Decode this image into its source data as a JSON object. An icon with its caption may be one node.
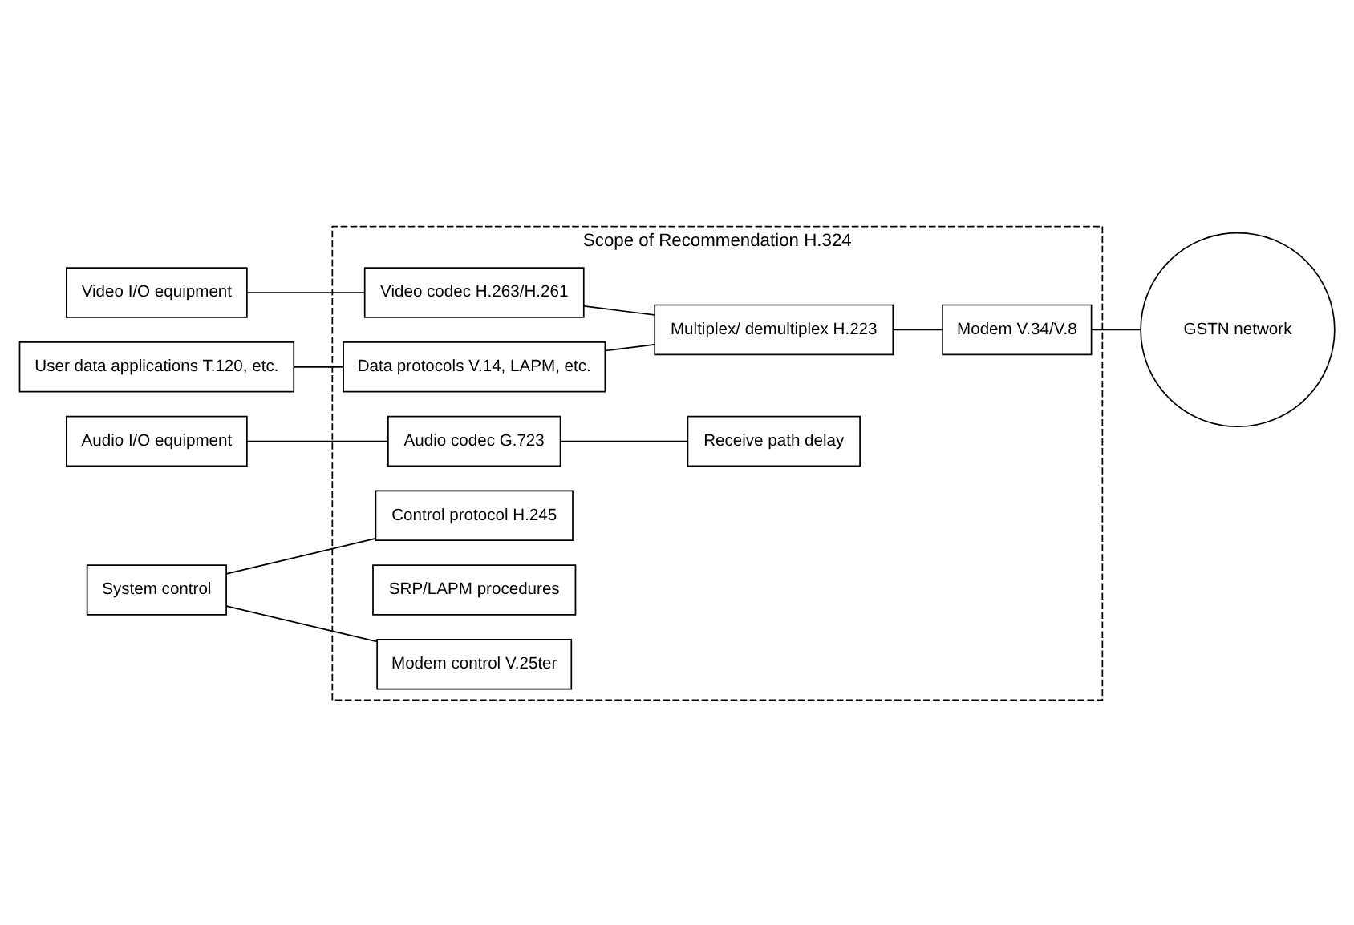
{
  "diagram": {
    "nodes": [
      {
        "text": [
          "Scope of Recommendation H.324"
        ]
      },
      {
        "text": [
          "Video I/O equipment"
        ]
      },
      {
        "text": [
          "Audio I/O equipment"
        ]
      },
      {
        "text": [
          "User data applications T.120, etc."
        ]
      },
      {
        "text": [
          "System control"
        ]
      },
      {
        "text": [
          "Video codec H.263/H.261"
        ],
        "in": 0
      },
      {
        "text": [
          "Audio codec G.723"
        ],
        "in": 0
      },
      {
        "text": [
          "Receive path delay"
        ],
        "in": 0
      },
      {
        "text": [
          "Data protocols V.14, LAPM, etc."
        ],
        "in": 0
      },
      {
        "text": [
          "Control protocol H.245"
        ],
        "in": 0
      },
      {
        "text": [
          "SRP/LAPM procedures"
        ],
        "in": 0
      },
      {
        "text": [
          "Multiplex/ demultiplex H.223"
        ],
        "in": 0
      },
      {
        "text": [
          "Modem V.34/V.8"
        ],
        "in": 0
      },
      {
        "text": [
          "Modem control V.25ter"
        ],
        "in": 0
      },
      {
        "text": [
          "GSTN network"
        ]
      }
    ],
    "edges": [
      {
        "from": 1,
        "to": 5,
        "arrow": "none"
      },
      {
        "from": 5,
        "to": 11,
        "arrow": "none"
      },
      {
        "from": 2,
        "to": 6,
        "arrow": "none"
      },
      {
        "from": 6,
        "to": 7,
        "arrow": "none"
      },
      {
        "from": 3,
        "to": 8,
        "arrow": "none"
      },
      {
        "from": 8,
        "to": 11,
        "arrow": "none"
      },
      {
        "from": 4,
        "to": 9,
        "arrow": "none"
      },
      {
        "from": 11,
        "to": 12,
        "arrow": "none"
      },
      {
        "from": 12,
        "to": 14,
        "arrow": "none"
      },
      {
        "from": 4,
        "to": 13,
        "arrow": "none"
      }
    ]
  }
}
